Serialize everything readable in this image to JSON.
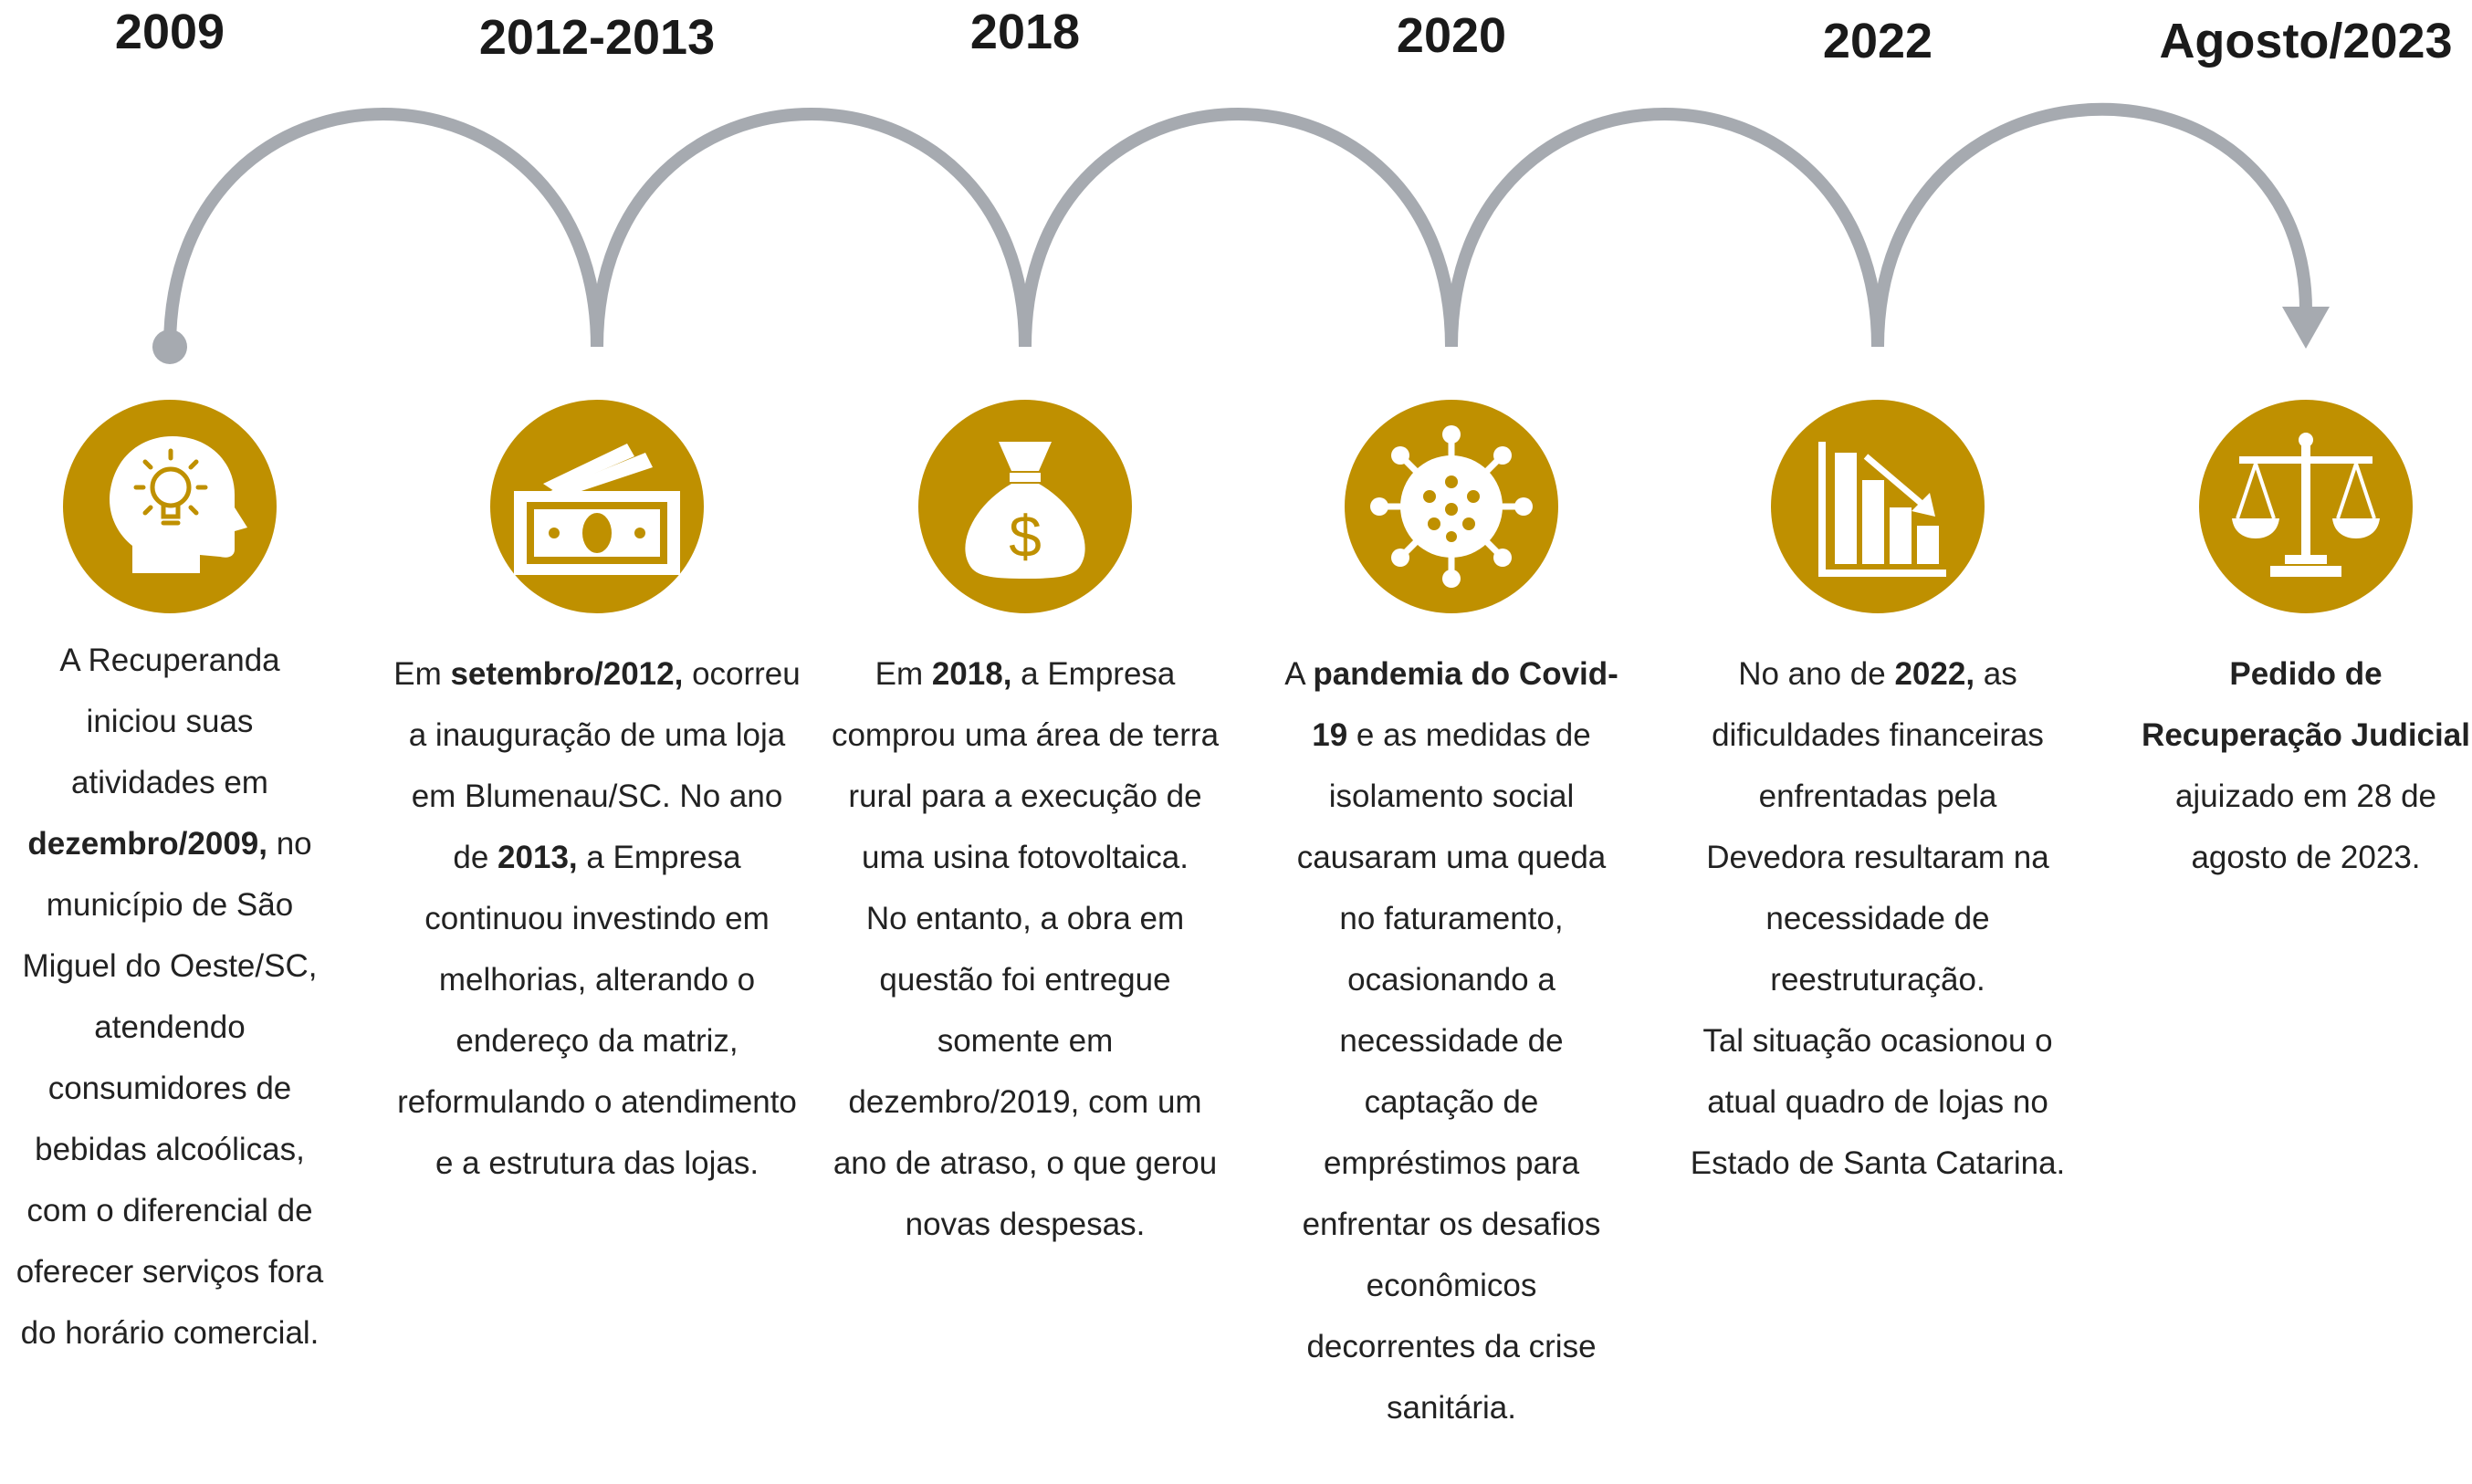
{
  "accent_color": "#bf9000",
  "arc_color": "#a6aab0",
  "milestones": [
    {
      "year": "2009",
      "icon": "head-lightbulb-icon",
      "segments": [
        {
          "t": "A Recuperanda iniciou suas atividades em ",
          "b": false
        },
        {
          "t": "dezembro/2009,",
          "b": true
        },
        {
          "t": " no município de São Miguel do Oeste/SC, atendendo consumidores de bebidas alcoólicas, com o diferencial de oferecer serviços fora do horário comercial.",
          "b": false
        }
      ]
    },
    {
      "year": "2012-2013",
      "icon": "money-bills-icon",
      "segments": [
        {
          "t": "Em  ",
          "b": false
        },
        {
          "t": "setembro/2012,",
          "b": true
        },
        {
          "t": " ocorreu a inauguração de uma loja em Blumenau/SC.  No ano de ",
          "b": false
        },
        {
          "t": "2013,",
          "b": true
        },
        {
          "t": " a Empresa continuou investindo em melhorias, alterando o endereço da matriz, reformulando o atendimento e a estrutura das lojas.",
          "b": false
        }
      ]
    },
    {
      "year": "2018",
      "icon": "money-bag-icon",
      "segments": [
        {
          "t": "Em ",
          "b": false
        },
        {
          "t": "2018,",
          "b": true
        },
        {
          "t": " a Empresa comprou uma área de terra rural para a execução de uma usina fotovoltaica.\nNo entanto, a obra em questão foi entregue somente em dezembro/2019, com um ano de atraso, o que gerou novas despesas.",
          "b": false
        }
      ]
    },
    {
      "year": "2020",
      "icon": "virus-icon",
      "segments": [
        {
          "t": "A ",
          "b": false
        },
        {
          "t": "pandemia do Covid-19",
          "b": true
        },
        {
          "t": " e as medidas de isolamento social causaram uma queda no faturamento, ocasionando a necessidade de captação de empréstimos para enfrentar os desafios econômicos decorrentes da crise sanitária.",
          "b": false
        }
      ]
    },
    {
      "year": "2022",
      "icon": "declining-chart-icon",
      "segments": [
        {
          "t": "No ano de ",
          "b": false
        },
        {
          "t": "2022,",
          "b": true
        },
        {
          "t": " as dificuldades financeiras enfrentadas pela Devedora resultaram na necessidade de reestruturação.\nTal situação ocasionou o atual quadro de lojas no Estado de Santa Catarina.",
          "b": false
        }
      ]
    },
    {
      "year": "Agosto/2023",
      "icon": "scales-of-justice-icon",
      "segments": [
        {
          "t": "Pedido de Recuperação Judicial",
          "b": true
        },
        {
          "t": " ajuizado em 28 de agosto de 2023.",
          "b": false
        }
      ]
    }
  ]
}
